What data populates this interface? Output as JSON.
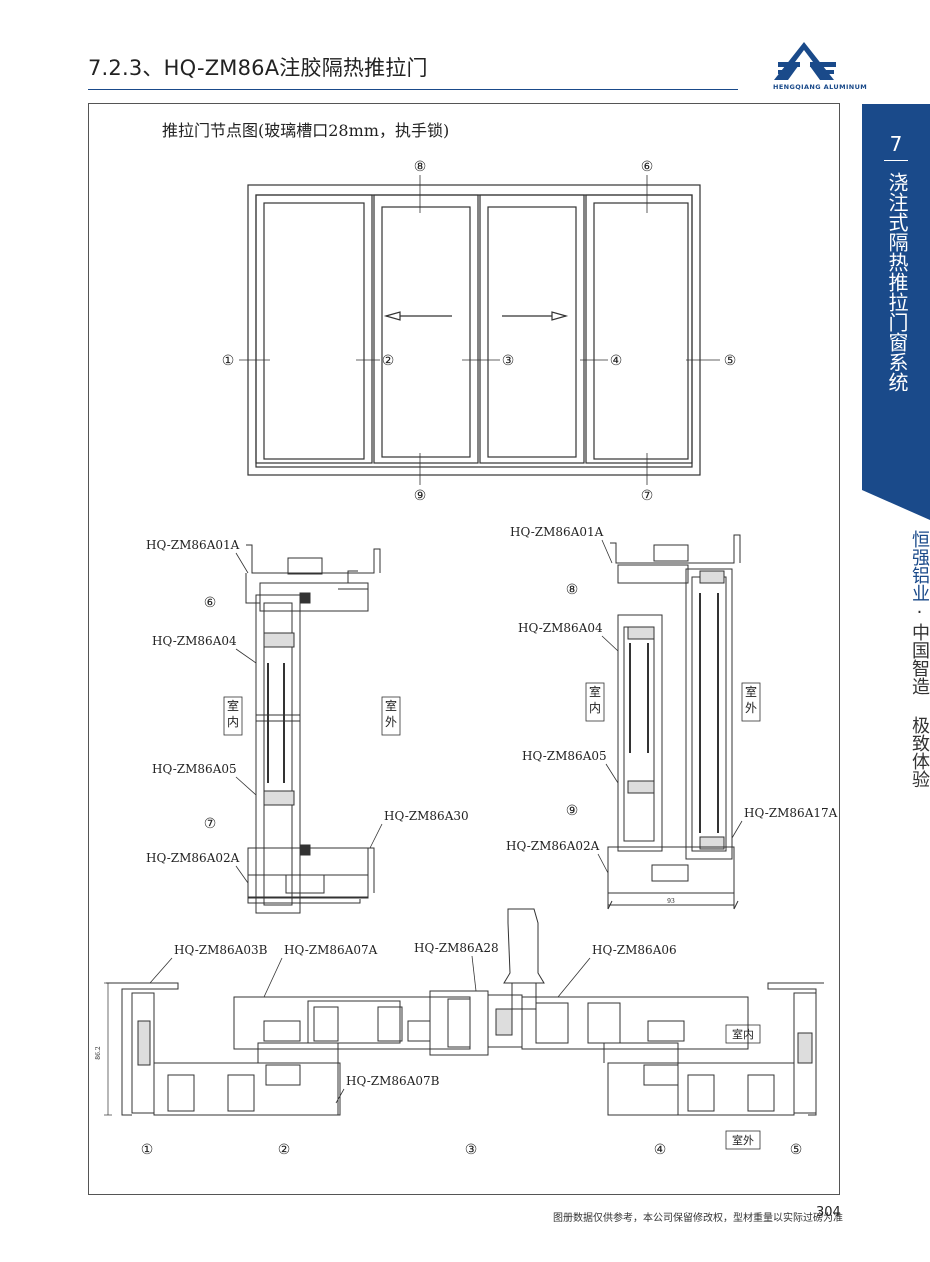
{
  "header": {
    "title": "7.2.3、HQ-ZM86A注胶隔热推拉门"
  },
  "logo": {
    "text": "HENGQIANG ALUMINUM",
    "color": "#1a4a8a"
  },
  "side_tab": {
    "number": "7",
    "title": "浇注式隔热推拉门窗系统",
    "color": "#1a4a8a"
  },
  "slogan": {
    "brand": "恒强铝业",
    "dot": "·",
    "rest": "中国智造 极致体验"
  },
  "drawing": {
    "caption": "推拉门节点图(玻璃槽口28mm，执手锁)",
    "elevation_markers": [
      "①",
      "②",
      "③",
      "④",
      "⑤",
      "⑥",
      "⑦",
      "⑧",
      "⑨"
    ],
    "section_left": {
      "labels": [
        "HQ-ZM86A01A",
        "HQ-ZM86A04",
        "HQ-ZM86A05",
        "HQ-ZM86A02A",
        "HQ-ZM86A30"
      ],
      "markers": [
        "⑥",
        "⑦"
      ],
      "indoor": "室内",
      "outdoor": "室外"
    },
    "section_right": {
      "labels": [
        "HQ-ZM86A01A",
        "HQ-ZM86A04",
        "HQ-ZM86A05",
        "HQ-ZM86A02A",
        "HQ-ZM86A17A"
      ],
      "markers": [
        "⑧",
        "⑨"
      ],
      "indoor": "室内",
      "outdoor": "室外",
      "dimension": "93"
    },
    "section_bottom": {
      "labels": [
        "HQ-ZM86A03B",
        "HQ-ZM86A07A",
        "HQ-ZM86A28",
        "HQ-ZM86A06",
        "HQ-ZM86A07B"
      ],
      "markers": [
        "①",
        "②",
        "③",
        "④",
        "⑤"
      ],
      "indoor": "室内",
      "outdoor": "室外",
      "dimension": "86.2"
    }
  },
  "footer": {
    "note": "图册数据仅供参考，本公司保留修改权，型材重量以实际过磅为准",
    "page": "304"
  }
}
